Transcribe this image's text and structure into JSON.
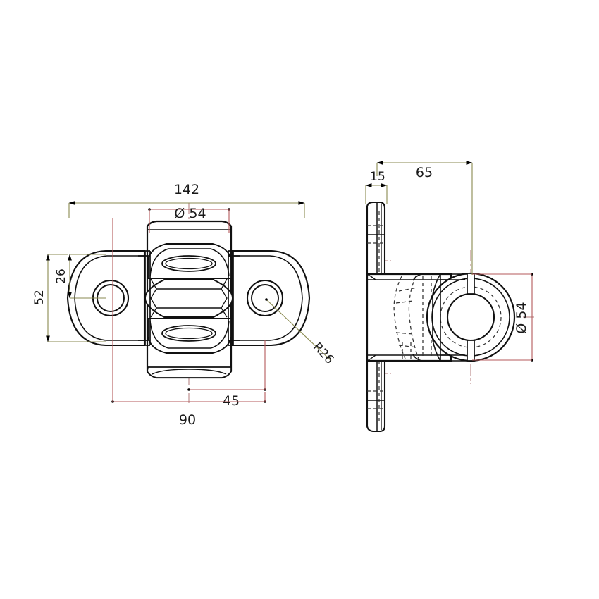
{
  "drawing": {
    "type": "engineering-drawing",
    "subject": "Swivel hinge / pivot bracket — two orthographic views",
    "background_color": "#ffffff",
    "outline_color": "#111111",
    "centerline_color": "#b07a7a",
    "hidden_line_color": "#333333",
    "dim_color_olive": "#8a8a50",
    "dim_color_red": "#b5595b",
    "text_color": "#1a1a1a"
  },
  "views": [
    {
      "name": "front-view",
      "label": "",
      "description": "Plan view showing two lugs with bores and central waisted barrel"
    },
    {
      "name": "side-view",
      "label": "",
      "description": "Side view showing mounting flange plate and circular hub"
    }
  ],
  "dimensions": {
    "front": {
      "overall_width": "142",
      "barrel_diameter": "Ø 54",
      "lug_half_height": "26",
      "lug_height": "52",
      "bore_offset": "45",
      "body_width": "90",
      "corner_radius": "R26"
    },
    "side": {
      "flange_thickness": "15",
      "depth": "65",
      "hub_diameter": "Ø 54"
    }
  },
  "labels": [
    {
      "id": "d142",
      "text": "142",
      "view": "front",
      "color": "#8a8a50",
      "rotated": false
    },
    {
      "id": "d54a",
      "text": "Ø 54",
      "view": "front",
      "color": "#b5595b",
      "rotated": false
    },
    {
      "id": "d26",
      "text": "26",
      "view": "front",
      "color": "#8a8a50",
      "rotated": true
    },
    {
      "id": "d52",
      "text": "52",
      "view": "front",
      "color": "#8a8a50",
      "rotated": true
    },
    {
      "id": "d45",
      "text": "45",
      "view": "front",
      "color": "#b5595b",
      "rotated": false
    },
    {
      "id": "d90",
      "text": "90",
      "view": "front",
      "color": "#b5595b",
      "rotated": false
    },
    {
      "id": "r26",
      "text": "R26",
      "view": "front",
      "color": "#8a8a50",
      "rotated": true
    },
    {
      "id": "d15",
      "text": "15",
      "view": "side",
      "color": "#8a8a50",
      "rotated": false
    },
    {
      "id": "d65",
      "text": "65",
      "view": "side",
      "color": "#8a8a50",
      "rotated": false
    },
    {
      "id": "d54b",
      "text": "Ø 54",
      "view": "side",
      "color": "#b5595b",
      "rotated": true
    }
  ]
}
